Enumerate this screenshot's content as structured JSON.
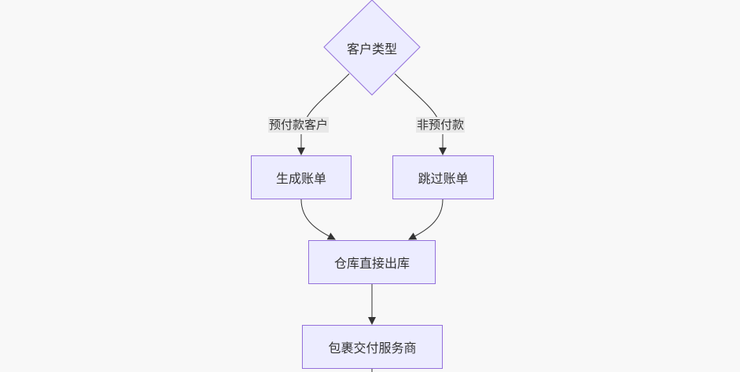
{
  "diagram": {
    "decision": {
      "label": "客户类型"
    },
    "edge_labels": {
      "prepaid": "预付款客户",
      "non_prepaid": "非预付款"
    },
    "nodes": {
      "generate_bill": "生成账单",
      "skip_bill": "跳过账单",
      "warehouse_outbound": "仓库直接出库",
      "deliver_to_provider": "包裹交付服务商"
    },
    "colors": {
      "node_fill": "#ececff",
      "node_border": "#9370db",
      "edge": "#333333",
      "background": "#f8f8f8",
      "label_bg": "#e8e8e8"
    }
  }
}
